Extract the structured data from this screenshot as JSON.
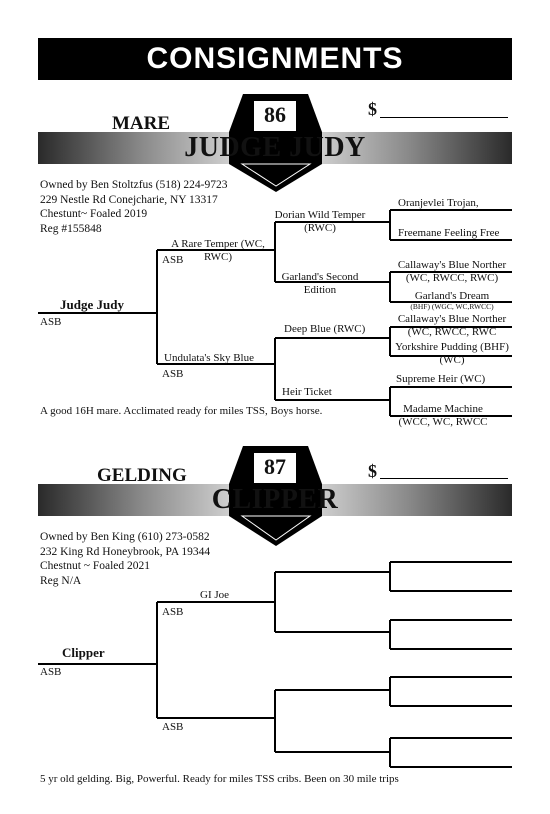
{
  "header": {
    "title": "CONSIGNMENTS"
  },
  "lots": [
    {
      "number": "86",
      "category": "MARE",
      "price_symbol": "$",
      "name": "JUDGE JUDY",
      "owner": [
        "Owned by Ben Stoltzfus (518) 224-9723",
        "229 Nestle Rd Conejcharie, NY 13317",
        "Chestunt~ Foaled 2019",
        "Reg #155848"
      ],
      "pedigree": {
        "horse": "Judge Judy",
        "horse_breed": "ASB",
        "sire": "A Rare Temper (WC, RWC)",
        "sire_breed": "ASB",
        "dam": "Undulata's Sky Blue",
        "dam_breed": "ASB",
        "sire_sire": "Dorian Wild Temper (RWC)",
        "sire_dam": "Garland's Second Edition",
        "dam_sire": "Deep Blue (RWC)",
        "dam_dam": "Heir Ticket",
        "g1": "Oranjevlei Trojan,",
        "g2": "Freemane Feeling Free",
        "g3": "Callaway's Blue Norther (WC, RWCC, RWC)",
        "g4a": "Garland's Dream",
        "g4b": "(BHF) (WGC, WC,RWCC)",
        "g5": "Callaway's Blue Norther (WC, RWCC, RWC",
        "g6": "Yorkshire Pudding (BHF) (WC)",
        "g7": "Supreme Heir (WC)",
        "g8": "Madame Machine (WCC, WC, RWCC"
      },
      "note": "A good 16H mare. Acclimated ready for miles TSS, Boys horse."
    },
    {
      "number": "87",
      "category": "GELDING",
      "price_symbol": "$",
      "name": "CLIPPER",
      "owner": [
        "Owned by Ben King (610) 273-0582",
        "232 King Rd Honeybrook, PA 19344",
        "Chestnut ~ Foaled 2021",
        "Reg N/A"
      ],
      "pedigree": {
        "horse": "Clipper",
        "horse_breed": "ASB",
        "sire": "GI Joe",
        "sire_breed": "ASB",
        "dam_breed": "ASB"
      },
      "note": "5 yr old gelding. Big, Powerful. Ready for miles TSS cribs. Been on 30 mile trips"
    }
  ]
}
